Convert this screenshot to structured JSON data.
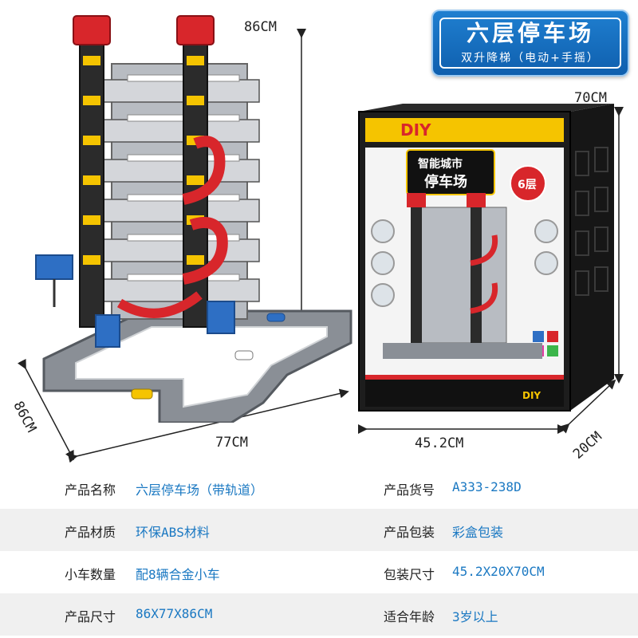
{
  "title": {
    "main": "六层停车场",
    "sub": "双升降梯（电动+手摇）"
  },
  "dimensions": {
    "height": "86CM",
    "depth": "86CM",
    "width": "77CM",
    "box_height": "70CM",
    "box_width": "45.2CM",
    "box_depth": "20CM"
  },
  "box_print": {
    "diy": "DIY",
    "name_line1": "智能城市",
    "name_line2": "停车场",
    "levels_badge": "6层",
    "footer_diy": "DIY"
  },
  "specs": [
    {
      "label": "产品名称",
      "value": "六层停车场（带轨道）"
    },
    {
      "label": "产品货号",
      "value": "A333-238D"
    },
    {
      "label": "产品材质",
      "value": "环保ABS材料"
    },
    {
      "label": "产品包装",
      "value": "彩盒包装"
    },
    {
      "label": "小车数量",
      "value": "配8辆合金小车"
    },
    {
      "label": "包装尺寸",
      "value": "45.2X20X70CM"
    },
    {
      "label": "产品尺寸",
      "value": "86X77X86CM"
    },
    {
      "label": "适合年龄",
      "value": "3岁以上"
    }
  ],
  "colors": {
    "accent_blue": "#1a78c2",
    "badge_blue": "#1565b8",
    "tower_red": "#d8262b",
    "tower_yellow": "#f5c400",
    "box_black": "#1d1d1d"
  }
}
